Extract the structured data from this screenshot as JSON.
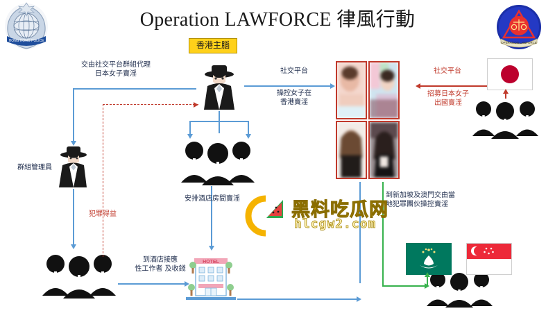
{
  "page": {
    "title": "Operation LAWFORCE 律風行動",
    "background_color": "#ffffff"
  },
  "emblems": {
    "left": {
      "name": "hong-kong-police-force-crest",
      "alt": "Hong Kong Police Force crest"
    },
    "right": {
      "name": "law-enforcement-round-badge",
      "alt": "Blue round enforcement badge"
    }
  },
  "nodes": {
    "mastermind_label": "香港主腦",
    "mastermind_actor": "hk-mastermind-figure",
    "group_admin_label": "群組管理員",
    "group_admin_actor": "group-admin-figure",
    "handlers_actor": "handler-group-figures",
    "collectors_actor": "collector-group-figures",
    "japan_recruiters_actor": "japan-recruiter-group-figures",
    "overseas_syndicate_actor": "overseas-syndicate-group-figures",
    "hotel_label": "HOTEL"
  },
  "annotations": {
    "agent_japanese_women": "交由社交平台群組代理\n日本女子賣淫",
    "social_platform_hk": "社交平台",
    "control_women_hk": "操控女子在\n香港賣淫",
    "social_platform_jp": "社交平台",
    "recruit_japanese_women": "招募日本女子\n出國賣淫",
    "criminal_proceeds": "犯罪得益",
    "arrange_hotel_rooms": "安排酒店房間賣淫",
    "receive_sex_workers": "到酒店接應\n性工作者 及收錢",
    "singapore_macau_syndicate": "到新加坡及澳門交由當\n地犯罪團伙操控賣淫"
  },
  "flags": [
    {
      "name": "japan-flag",
      "label": "Japan"
    },
    {
      "name": "macau-flag",
      "label": "Macau"
    },
    {
      "name": "singapore-flag",
      "label": "Singapore"
    }
  ],
  "photos": {
    "count": 4,
    "caption": "blurred-profile-photos",
    "border_color": "#c0392b"
  },
  "watermark": {
    "text": "黑料吃瓜网",
    "url": "hlcgw2.com",
    "logo": "watermelon-c-logo"
  },
  "colors": {
    "flow_blue": "#5b9bd5",
    "flow_green": "#37b24d",
    "flow_red": "#c0392b",
    "highlight_yellow": "#ffd11a"
  }
}
